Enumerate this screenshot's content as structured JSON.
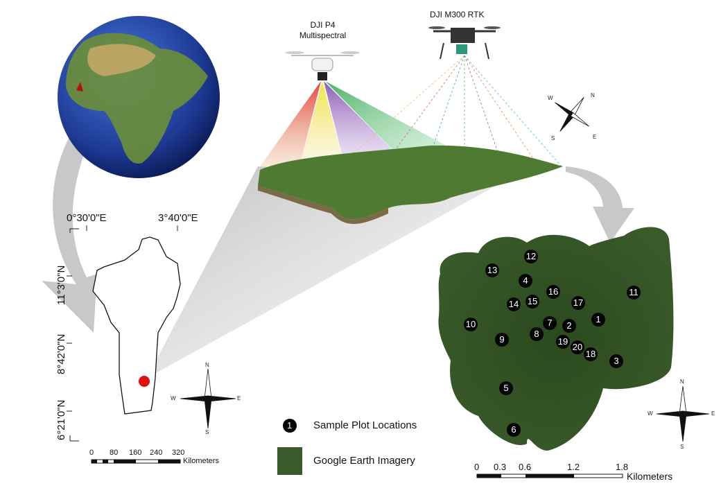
{
  "drones": {
    "p4": "DJI P4\nMultispectral",
    "p4_line1": "DJI P4",
    "p4_line2": "Multispectral",
    "m300": "DJI M300 RTK"
  },
  "benin_map": {
    "lon_labels": [
      "0°30'0\"E",
      "3°40'0\"E"
    ],
    "lat_labels": [
      "11°3'0\"N",
      "8°42'0\"N",
      "6°21'0\"N"
    ],
    "scale_ticks": [
      "0",
      "80",
      "160",
      "240",
      "320"
    ],
    "scale_unit": "Kilometers",
    "study_site_color": "#e31010"
  },
  "compass": {
    "n": "N",
    "s": "S",
    "e": "E",
    "w": "W"
  },
  "study_area": {
    "plots": [
      "1",
      "2",
      "3",
      "4",
      "5",
      "6",
      "7",
      "8",
      "9",
      "10",
      "11",
      "12",
      "13",
      "14",
      "15",
      "16",
      "17",
      "18",
      "19",
      "20"
    ],
    "scale_ticks": [
      "0",
      "0.3",
      "0.6",
      "1.2",
      "1.8"
    ],
    "scale_unit": "Kilometers"
  },
  "legend": {
    "marker_symbol": "1",
    "plot_label": "Sample Plot Locations",
    "imagery_label": "Google Earth Imagery"
  },
  "colors": {
    "forest": "#2d4a22",
    "arrow": "#c8c8c8",
    "ocean": "#1e3f9a"
  }
}
